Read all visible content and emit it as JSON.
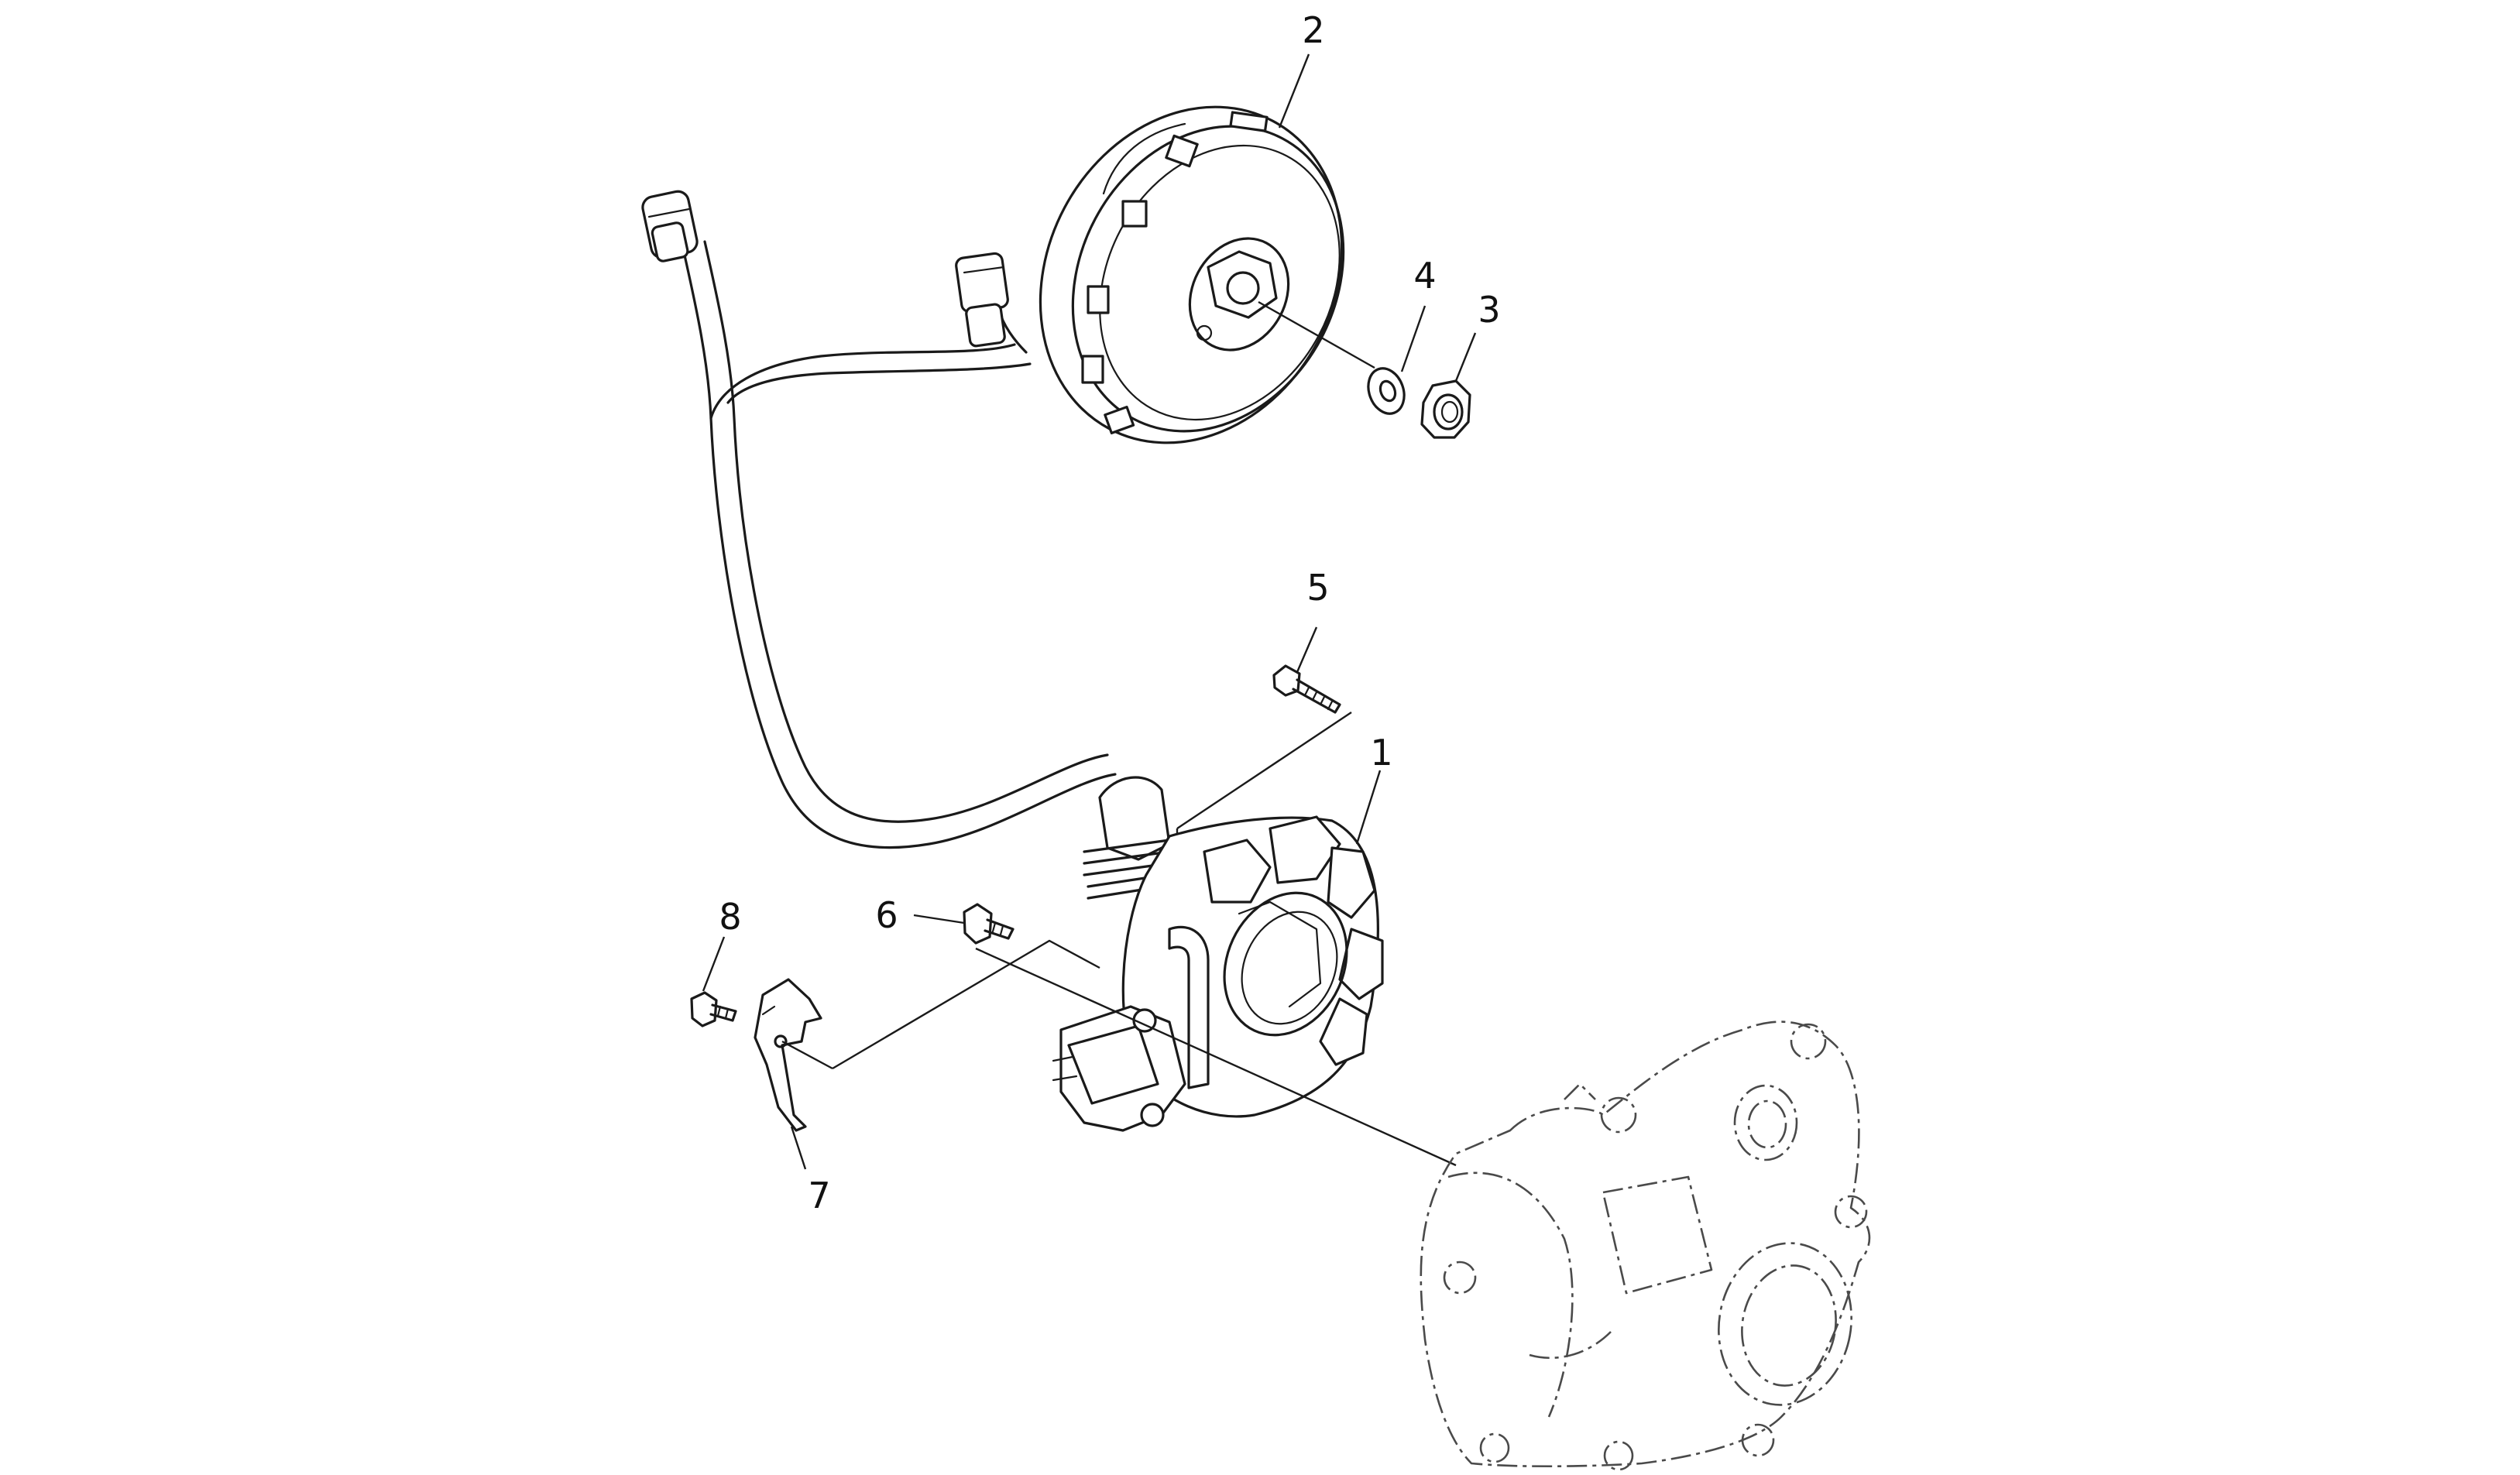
{
  "callouts": [
    {
      "id": "1",
      "label": "1"
    },
    {
      "id": "2",
      "label": "2"
    },
    {
      "id": "3",
      "label": "3"
    },
    {
      "id": "4",
      "label": "4"
    },
    {
      "id": "5",
      "label": "5"
    },
    {
      "id": "6",
      "label": "6"
    },
    {
      "id": "7",
      "label": "7"
    },
    {
      "id": "8",
      "label": "8"
    }
  ],
  "colors": {
    "ink": "#1a1a1a",
    "phantom": "#4a4a4a",
    "background": "#ffffff"
  }
}
